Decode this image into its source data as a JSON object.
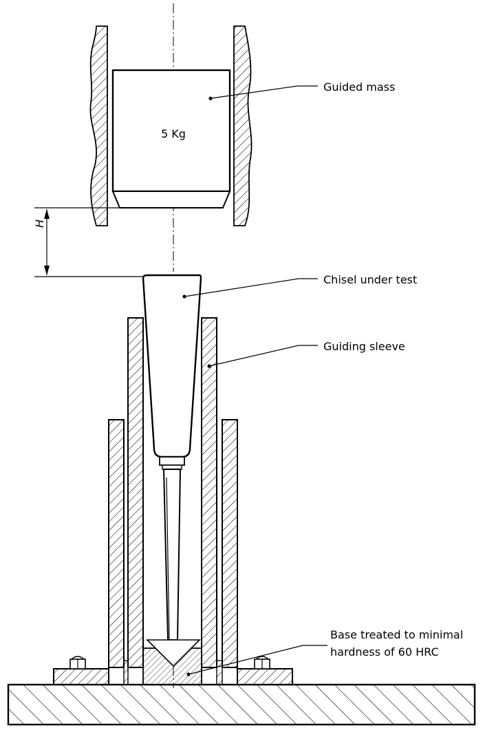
{
  "diagram": {
    "mass_value": "5 Kg",
    "height_symbol": "H",
    "labels": {
      "guided_mass": "Guided mass",
      "chisel": "Chisel under test",
      "sleeve": "Guiding sleeve",
      "base_line1": "Base treated to minimal",
      "base_line2": "hardness of 60 HRC"
    }
  }
}
